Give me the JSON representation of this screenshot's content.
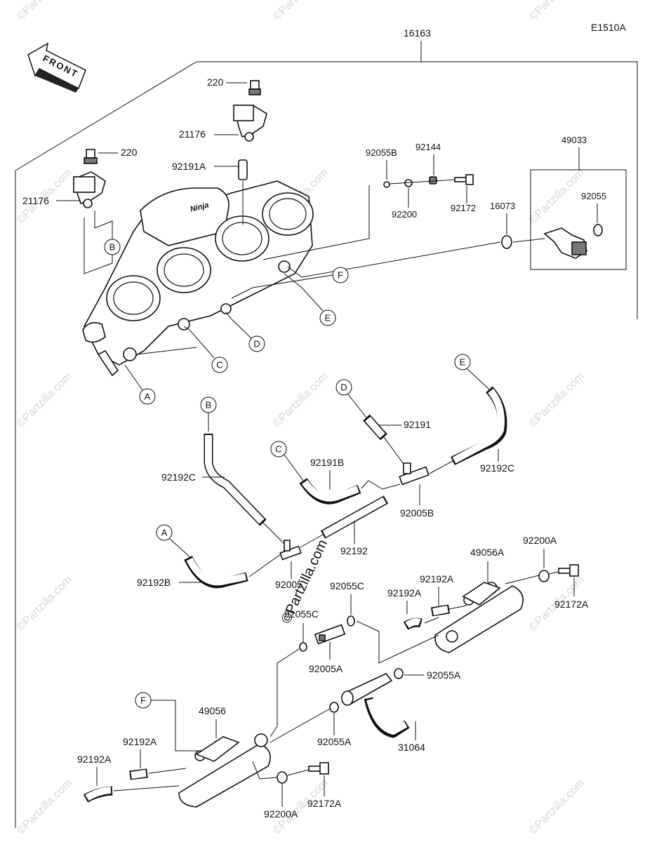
{
  "diagram_code": "E1510A",
  "front_label": "FRONT",
  "watermark": "©Partzilla.com",
  "center_watermark": "©Partzilla.com",
  "parts": {
    "p16163": "16163",
    "p220_top": "220",
    "p21176_top": "21176",
    "p92191A": "92191A",
    "p220_left": "220",
    "p21176_left": "21176",
    "p92055B": "92055B",
    "p92144": "92144",
    "p92200": "92200",
    "p92172": "92172",
    "p49033": "49033",
    "p16073": "16073",
    "p92055": "92055",
    "p92191": "92191",
    "p92192C_left": "92192C",
    "p92192C_right": "92192C",
    "p92191B": "92191B",
    "p92005B": "92005B",
    "p92192": "92192",
    "p92192B": "92192B",
    "p92005": "92005",
    "p92055C_top": "92055C",
    "p92055C_left": "92055C",
    "p92005A": "92005A",
    "p49056A": "49056A",
    "p92200A_right": "92200A",
    "p92172A_right": "92172A",
    "p92192A_r1": "92192A",
    "p92192A_r2": "92192A",
    "p92055A_right": "92055A",
    "p92055A_bottom": "92055A",
    "p31064": "31064",
    "p49056": "49056",
    "p92192A_l1": "92192A",
    "p92192A_l2": "92192A",
    "p92200A_bottom": "92200A",
    "p92172A_bottom": "92172A"
  },
  "callouts": {
    "A": "A",
    "B": "B",
    "C": "C",
    "D": "D",
    "E": "E",
    "F": "F"
  },
  "body_logo": "Ninja"
}
